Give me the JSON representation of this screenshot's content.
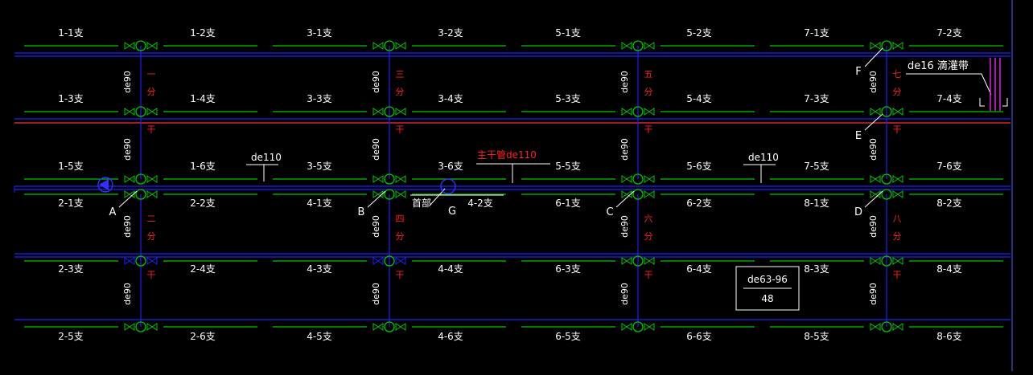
{
  "labels": {
    "r1_left": [
      [
        "1-1支",
        "1-2支"
      ],
      [
        "3-1支",
        "3-2支"
      ],
      [
        "5-1支",
        "5-2支"
      ],
      [
        "7-1支",
        "7-2支"
      ]
    ],
    "r2_left": [
      [
        "1-3支",
        "1-4支"
      ],
      [
        "3-3支",
        "3-4支"
      ],
      [
        "5-3支",
        "5-4支"
      ],
      [
        "7-3支",
        "7-4支"
      ]
    ],
    "r3_left": [
      [
        "1-5支",
        "1-6支"
      ],
      [
        "3-5支",
        "3-6支"
      ],
      [
        "5-5支",
        "5-6支"
      ],
      [
        "7-5支",
        "7-6支"
      ]
    ],
    "r4_left": [
      [
        "2-1支",
        "2-2支"
      ],
      [
        "4-1支",
        "4-2支"
      ],
      [
        "6-1支",
        "6-2支"
      ],
      [
        "8-1支",
        "8-2支"
      ]
    ],
    "r5_left": [
      [
        "2-3支",
        "2-4支"
      ],
      [
        "4-3支",
        "4-4支"
      ],
      [
        "6-3支",
        "6-4支"
      ],
      [
        "8-3支",
        "8-4支"
      ]
    ],
    "r6_left": [
      [
        "2-5支",
        "2-6支"
      ],
      [
        "4-5支",
        "4-6支"
      ],
      [
        "6-5支",
        "6-6支"
      ],
      [
        "8-5支",
        "8-6支"
      ]
    ]
  },
  "pipe_size": "de90",
  "upper_branch_marks": [
    [
      "一",
      "分",
      "干"
    ],
    [
      "三",
      "分",
      "干"
    ],
    [
      "五",
      "分",
      "干"
    ],
    [
      "七",
      "分",
      "干"
    ]
  ],
  "lower_branch_marks": [
    [
      "二",
      "分",
      "干"
    ],
    [
      "四",
      "分",
      "干"
    ],
    [
      "六",
      "分",
      "干"
    ],
    [
      "八",
      "分",
      "干"
    ]
  ],
  "node_letters": [
    "A",
    "B",
    "C",
    "D",
    "E",
    "F",
    "G"
  ],
  "annotations": {
    "de110_left": "de110",
    "de110_right": "de110",
    "main_pipe": "主干管de110",
    "head": "首部",
    "drip_tape": "de16 滴灌带",
    "legend_top": "de63-96",
    "legend_bottom": "48"
  },
  "colors": {
    "background": "#000000",
    "lateral": "#00c800",
    "main": "#2020ff",
    "red_line": "#ff3030",
    "text": "#ffffff",
    "red_text": "#ff2020",
    "magenta": "#e020e0"
  }
}
